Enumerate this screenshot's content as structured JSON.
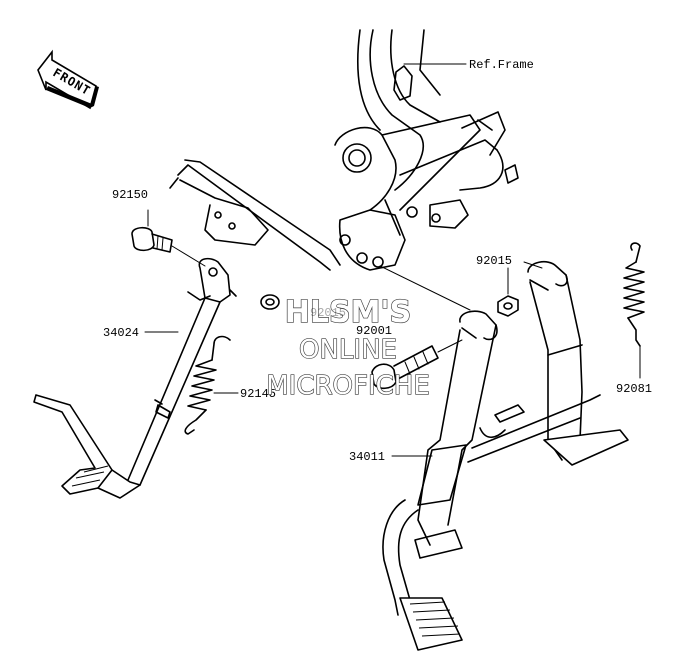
{
  "diagram": {
    "front_badge": "FRONT",
    "ref_label": "Ref.Frame",
    "parts": [
      {
        "id": "92150",
        "label": "92150"
      },
      {
        "id": "92015",
        "label": "92015"
      },
      {
        "id": "34024",
        "label": "34024"
      },
      {
        "id": "92001",
        "label": "92001"
      },
      {
        "id": "92145",
        "label": "92145"
      },
      {
        "id": "92081",
        "label": "92081"
      },
      {
        "id": "34011",
        "label": "34011"
      },
      {
        "id": "92015b",
        "label": "92015"
      }
    ]
  },
  "watermark": {
    "line1": "HLSM'S",
    "line2": "ONLINE",
    "line3": "MICROFICHE"
  }
}
